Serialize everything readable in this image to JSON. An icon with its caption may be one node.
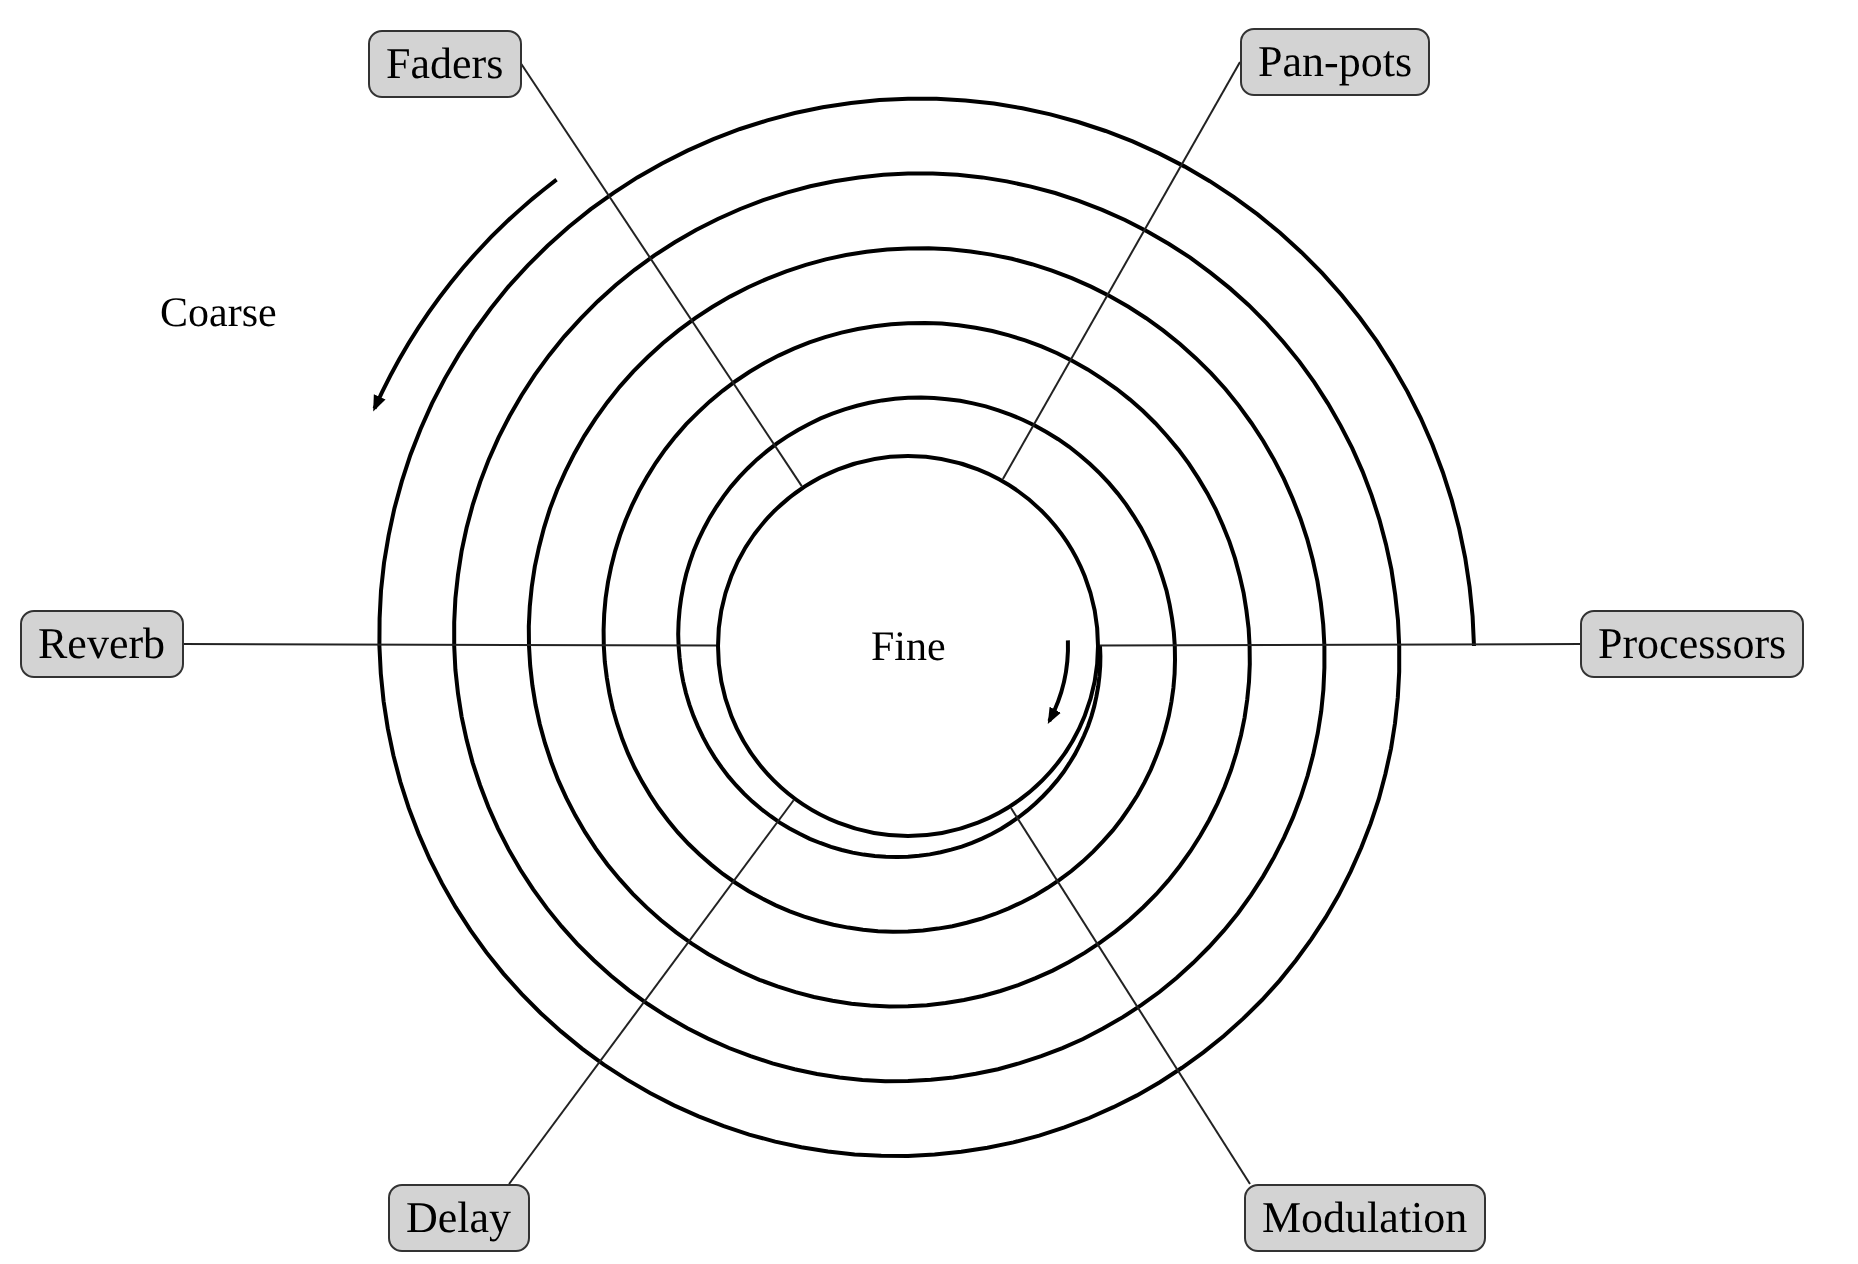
{
  "diagram": {
    "nodes": [
      {
        "text": [
          "Faders"
        ]
      },
      {
        "text": [
          "Pan-pots"
        ]
      },
      {
        "text": [
          "Reverb"
        ]
      },
      {
        "text": [
          "Processors"
        ]
      },
      {
        "text": [
          "Delay"
        ]
      },
      {
        "text": [
          "Modulation"
        ]
      },
      {
        "text": [
          "Fine"
        ]
      }
    ],
    "edges": [
      {
        "from": 0,
        "to": 6,
        "arrow": "none"
      },
      {
        "from": 1,
        "to": 6,
        "arrow": "none"
      },
      {
        "from": 2,
        "to": 6,
        "arrow": "none"
      },
      {
        "from": 3,
        "to": 6,
        "arrow": "none"
      },
      {
        "from": 4,
        "to": 6,
        "arrow": "none"
      },
      {
        "from": 5,
        "to": 6,
        "arrow": "none"
      }
    ],
    "labels": [
      "Coarse"
    ]
  }
}
